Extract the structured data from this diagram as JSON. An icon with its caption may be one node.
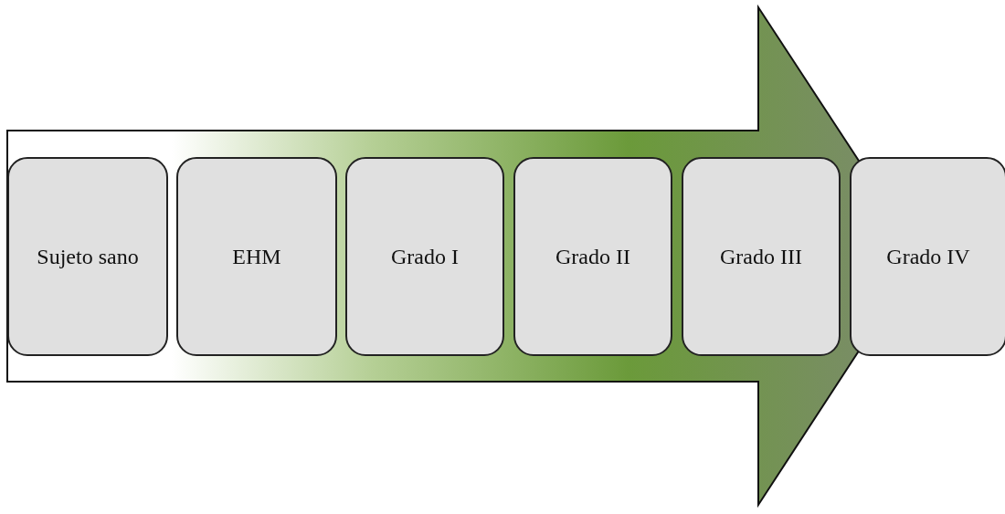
{
  "diagram": {
    "nodes": [
      {
        "text": [
          "Sujeto sano"
        ]
      },
      {
        "text": [
          "EHM"
        ]
      },
      {
        "text": [
          "Grado I"
        ]
      },
      {
        "text": [
          "Grado II"
        ]
      },
      {
        "text": [
          "Grado III"
        ]
      },
      {
        "text": [
          "Grado IV"
        ]
      }
    ],
    "edges": [
      {
        "from": 0,
        "to": 5,
        "arrow": "to"
      }
    ]
  }
}
